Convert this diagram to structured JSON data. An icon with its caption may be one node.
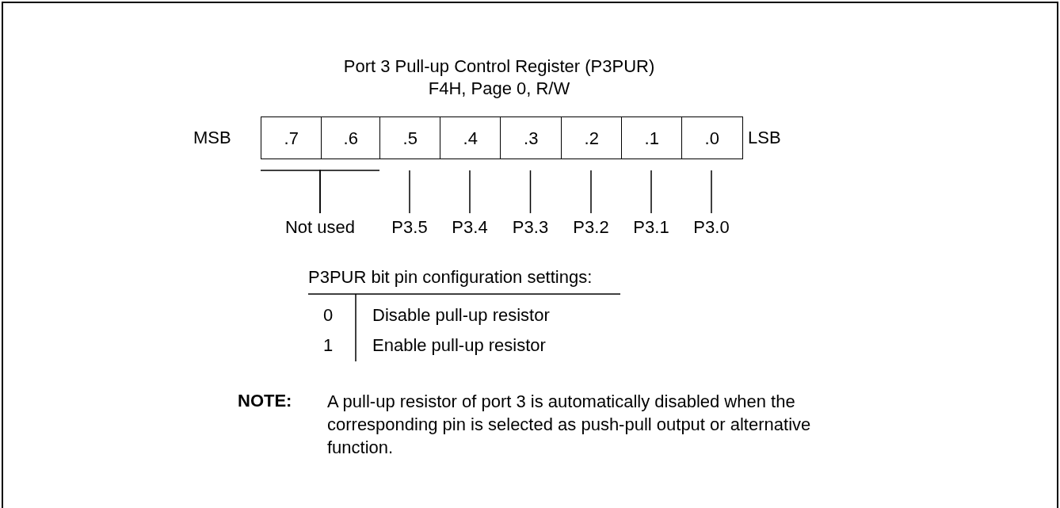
{
  "diagram": {
    "title": "Port 3 Pull-up Control Register (P3PUR)",
    "nodes": [
      {
        "text": [
          ".7"
        ]
      },
      {
        "text": [
          ".6"
        ]
      },
      {
        "text": [
          ".5"
        ]
      },
      {
        "text": [
          ".4"
        ]
      },
      {
        "text": [
          ".3"
        ]
      },
      {
        "text": [
          ".2"
        ]
      },
      {
        "text": [
          ".1"
        ]
      },
      {
        "text": [
          ".0"
        ]
      },
      {
        "text": [
          "Not used"
        ]
      },
      {
        "text": [
          "P3.5"
        ]
      },
      {
        "text": [
          "P3.4"
        ]
      },
      {
        "text": [
          "P3.3"
        ]
      },
      {
        "text": [
          "P3.2"
        ]
      },
      {
        "text": [
          "P3.1"
        ]
      },
      {
        "text": [
          "P3.0"
        ]
      }
    ],
    "edges": [
      {
        "from": 0,
        "to": 8,
        "arrow": "none"
      },
      {
        "from": 1,
        "to": 8,
        "arrow": "none"
      },
      {
        "from": 2,
        "to": 9,
        "arrow": "none"
      },
      {
        "from": 3,
        "to": 10,
        "arrow": "none"
      },
      {
        "from": 4,
        "to": 11,
        "arrow": "none"
      },
      {
        "from": 5,
        "to": 12,
        "arrow": "none"
      },
      {
        "from": 6,
        "to": 13,
        "arrow": "none"
      },
      {
        "from": 7,
        "to": 14,
        "arrow": "none"
      }
    ],
    "labels": [
      "F4H, Page 0, R/W",
      "MSB",
      "LSB",
      "P3PUR bit pin configuration settings:",
      "0",
      "Disable pull-up resistor",
      "1",
      "Enable pull-up resistor",
      "NOTE:",
      "A pull-up resistor of port 3 is automatically disabled when the corresponding pin is selected as push-pull output or alternative function."
    ]
  }
}
